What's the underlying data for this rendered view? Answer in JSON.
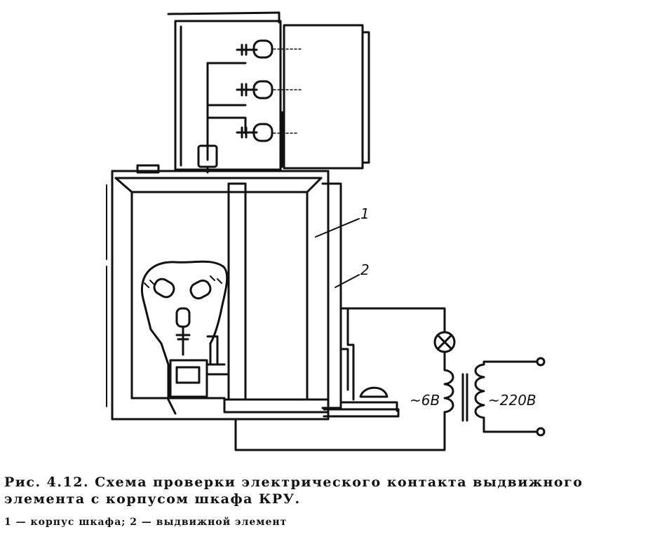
{
  "figure": {
    "callouts": {
      "part_1": "1",
      "part_2": "2"
    },
    "voltage_low": "~6В",
    "voltage_high": "~220В"
  },
  "caption": {
    "text": "Рис. 4.12. Схема проверки электрического контакта выдвижного элемента с корпусом шкафа КРУ."
  },
  "legend": {
    "text": "1 — корпус шкафа; 2 — выдвижной элемент"
  }
}
